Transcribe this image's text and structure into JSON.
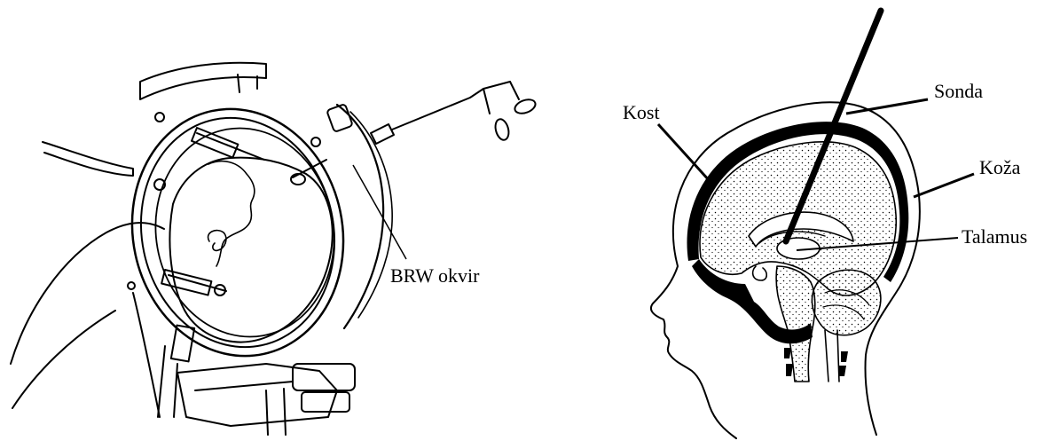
{
  "labels": {
    "brw_frame": "BRW okvir",
    "bone": "Kost",
    "probe": "Sonda",
    "skin": "Koža",
    "thalamus": "Talamus"
  },
  "colors": {
    "ink": "#000000",
    "paper": "#ffffff"
  }
}
